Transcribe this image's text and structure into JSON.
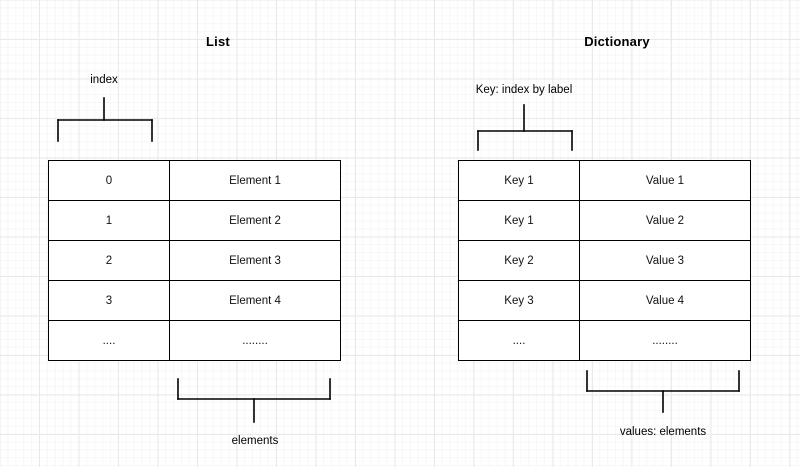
{
  "diagram": {
    "background": "#ffffff",
    "grid_color_minor": "#f7f7f7",
    "grid_color_major": "#e9e9e9",
    "line_color": "#000000",
    "panels": [
      {
        "id": "list",
        "title": "List",
        "top_annotation": "index",
        "bottom_annotation": "elements",
        "columns": [
          "index",
          "element"
        ],
        "rows": [
          {
            "key": "0",
            "value": "Element 1"
          },
          {
            "key": "1",
            "value": "Element 2"
          },
          {
            "key": "2",
            "value": "Element 3"
          },
          {
            "key": "3",
            "value": "Element 4"
          },
          {
            "key": "....",
            "value": "........"
          }
        ]
      },
      {
        "id": "dictionary",
        "title": "Dictionary",
        "top_annotation": "Key: index by label",
        "bottom_annotation": "values: elements",
        "columns": [
          "key",
          "value"
        ],
        "rows": [
          {
            "key": "Key 1",
            "value": "Value 1"
          },
          {
            "key": "Key 1",
            "value": "Value 2"
          },
          {
            "key": "Key 2",
            "value": "Value 3"
          },
          {
            "key": "Key 3",
            "value": "Value 4"
          },
          {
            "key": "....",
            "value": "........"
          }
        ]
      }
    ]
  }
}
